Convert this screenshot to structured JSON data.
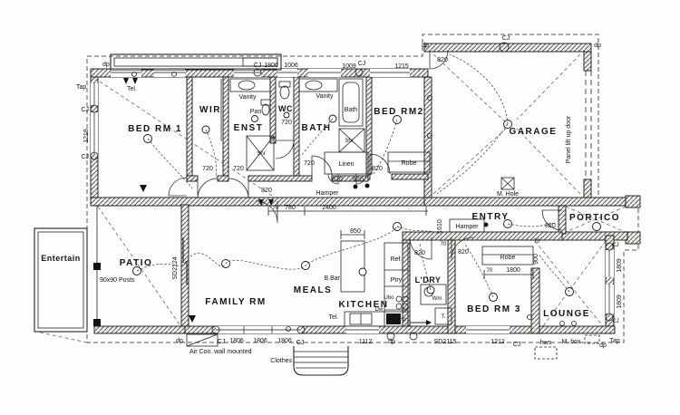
{
  "r": {
    "bed1": "BED RM 1",
    "wir": "WIR",
    "enst": "ENST",
    "wc": "WC",
    "bath": "BATH",
    "bed2": "BED RM2",
    "garage": "GARAGE",
    "entry": "ENTRY",
    "portico": "PORTICO",
    "patio": "PATIO",
    "entertain": "Entertain",
    "family": "FAMILY RM",
    "meals": "MEALS",
    "kitchen": "KITCHEN",
    "ldry": "L'DRY",
    "bed3": "BED RM 3",
    "lounge": "LOUNGE"
  },
  "f": {
    "vanity": "Vanity",
    "pan": "Pan",
    "shr": "Shr",
    "bath_tub": "Bath",
    "linen": "Linen",
    "hamper": "Hamper",
    "robe": "Robe",
    "ref": "Ref.",
    "ptry": "Ptry",
    "ubo": "Ubo",
    "hp": "Hp",
    "dw": "Dw",
    "bbar": "B.Bar",
    "wm": "Wm",
    "trough": "T.",
    "mhole": "M. Hole",
    "clothes": "Clothes",
    "hws": "hws",
    "mbox": "M. box",
    "posts": "90x90 Posts",
    "aircon": "Air Con. wall mounted",
    "panel": "Panel lift up door",
    "tel": "Tel.",
    "tap": "Tap",
    "dp": "dp",
    "cj": "CJ"
  },
  "d": {
    "n70": "70",
    "n620": "620",
    "n720": "720",
    "n780": "780",
    "n820": "820",
    "n850": "850",
    "n900": "900",
    "n1006": "1006",
    "n1009": "1009",
    "n1112": "1112",
    "n1212": "1212",
    "n1215": "1215",
    "n1218": "1218",
    "n1610": "1610",
    "n1800": "1800",
    "n1806": "1806",
    "n1809": "1809",
    "n2400": "2400",
    "sd2115": "SD2115",
    "sd2124": "SD2124"
  },
  "colors": {
    "paper": "#fefefe",
    "ink": "#141414"
  }
}
